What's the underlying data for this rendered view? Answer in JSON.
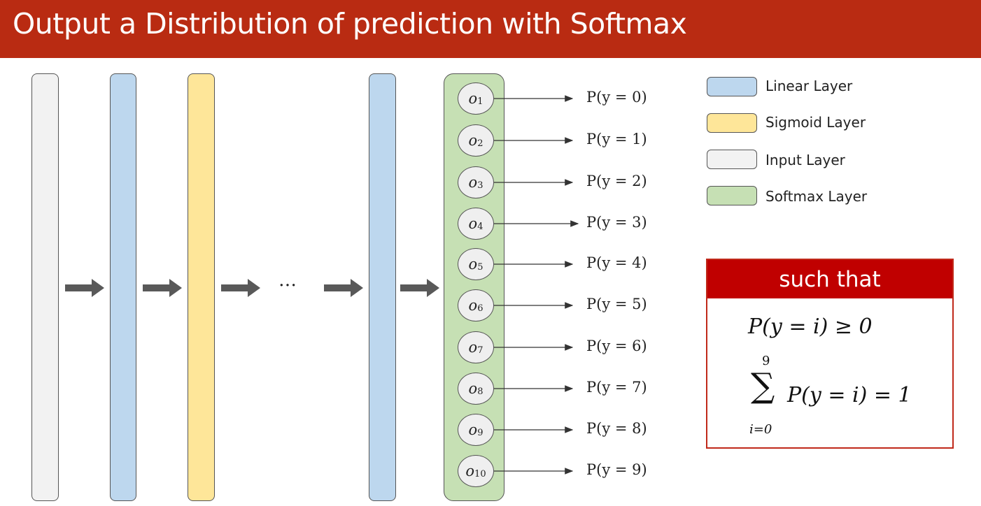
{
  "header": {
    "title": "Output a Distribution of prediction with Softmax"
  },
  "colors": {
    "header_bg": "#b92b12",
    "linear": "#bdd7ee",
    "sigmoid": "#fee699",
    "input": "#f2f2f2",
    "softmax": "#c6e0b4",
    "arrow": "#595959",
    "box_header": "#c00000"
  },
  "diagram": {
    "ellipsis": "…",
    "outputs": [
      {
        "node": "o",
        "sub": "1",
        "prob": "P(y = 0)"
      },
      {
        "node": "o",
        "sub": "2",
        "prob": "P(y = 1)"
      },
      {
        "node": "o",
        "sub": "3",
        "prob": "P(y = 2)"
      },
      {
        "node": "o",
        "sub": "4",
        "prob": "P(y = 3)"
      },
      {
        "node": "o",
        "sub": "5",
        "prob": "P(y = 4)"
      },
      {
        "node": "o",
        "sub": "6",
        "prob": "P(y = 5)"
      },
      {
        "node": "o",
        "sub": "7",
        "prob": "P(y = 6)"
      },
      {
        "node": "o",
        "sub": "8",
        "prob": "P(y = 7)"
      },
      {
        "node": "o",
        "sub": "9",
        "prob": "P(y = 8)"
      },
      {
        "node": "o",
        "sub": "10",
        "prob": "P(y = 9)"
      }
    ]
  },
  "legend": [
    {
      "label": "Linear Layer",
      "color": "#bdd7ee"
    },
    {
      "label": "Sigmoid Layer",
      "color": "#fee699"
    },
    {
      "label": "Input Layer",
      "color": "#f2f2f2"
    },
    {
      "label": "Softmax Layer",
      "color": "#c6e0b4"
    }
  ],
  "constraints": {
    "header": "such that",
    "line1": "P(y = i) ≥ 0",
    "sum_symbol": "∑",
    "sum_upper": "9",
    "sum_lower": "i=0",
    "line2": "P(y = i) = 1"
  }
}
